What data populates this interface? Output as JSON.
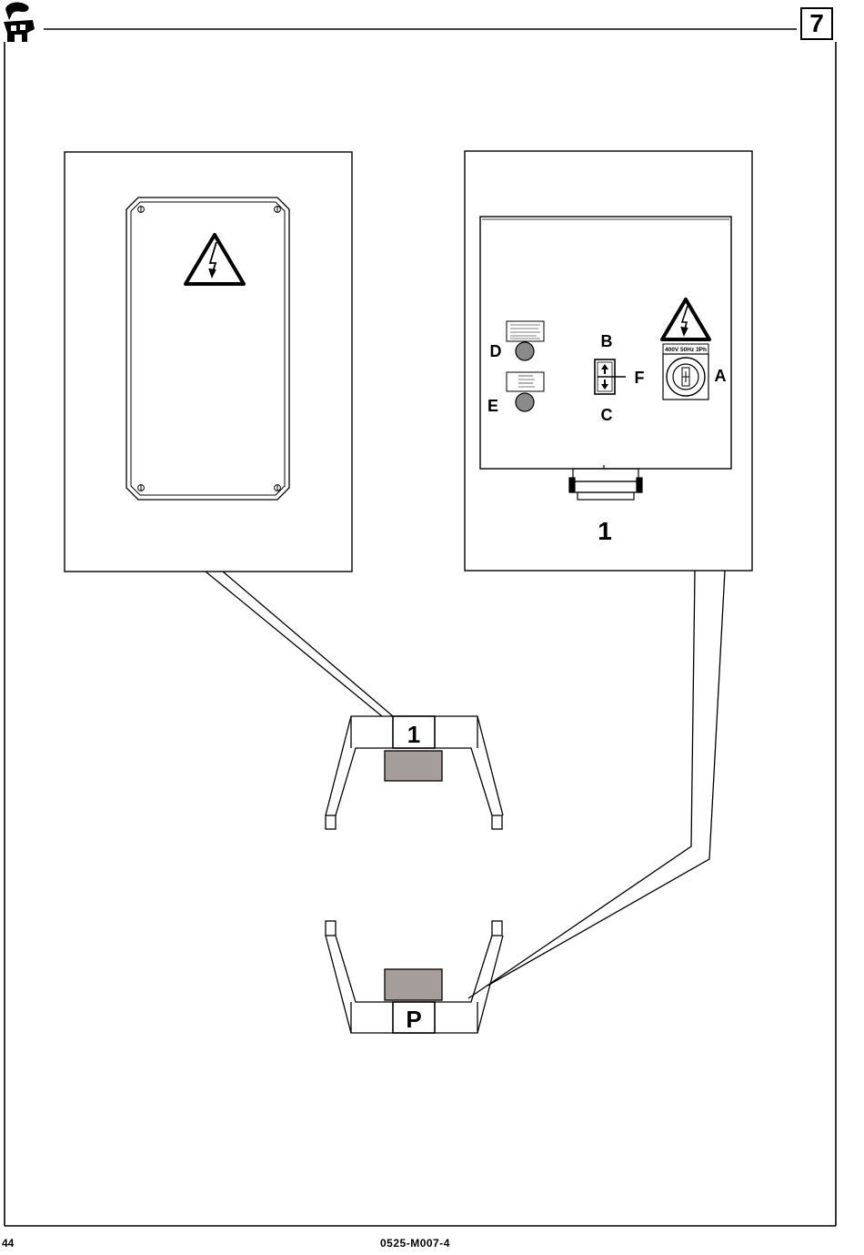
{
  "header": {
    "section_number": "7"
  },
  "labels": {
    "a": "A",
    "b": "B",
    "c": "C",
    "d": "D",
    "e": "E",
    "f": "F",
    "unit_number": "1"
  },
  "switch_plate_text": "400V 50Hz 3Ph",
  "trolleys": {
    "top_label": "1",
    "bottom_label": "P"
  },
  "footer": {
    "page_number": "44",
    "doc_code": "0525-M007-4"
  },
  "colors": {
    "line": "#000000",
    "button_fill": "#8a8a8a",
    "trolley_block": "#a59d99"
  }
}
